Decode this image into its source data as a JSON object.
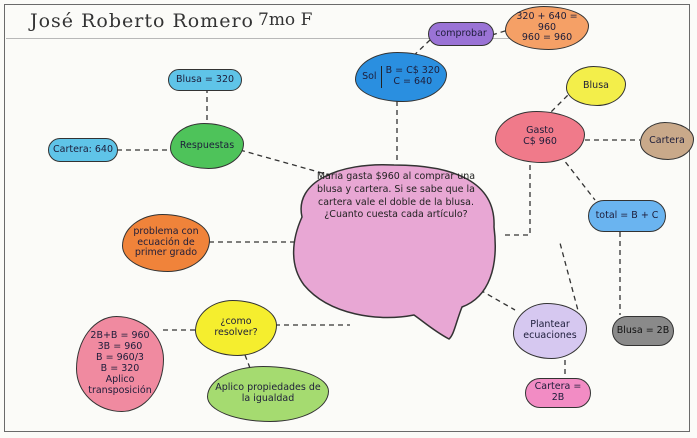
{
  "header": {
    "student_name": "José Roberto Romero",
    "grade": "7mo F"
  },
  "nodes": {
    "central": "Maria gasta $960 al comprar una blusa y cartera. Si se sabe que la cartera vale el doble de la blusa. ¿Cuanto cuesta cada artículo?",
    "respuestas": "Respuestas",
    "blusa_320": "Blusa = 320",
    "cartera_640": "Cartera: 640",
    "problema": "problema con ecuación de primer grado",
    "como_resolver": "¿como resolver?",
    "work_lines": [
      "2B+B = 960",
      "3B = 960",
      "B = 960/3",
      "B = 320",
      "Aplico",
      "transposición"
    ],
    "aplico_propiedades": "Aplico propiedades de la igualdad",
    "plantear": "Plantear ecuaciones",
    "cartera_2b": "Cartera = 2B",
    "blusa_2b": "Blusa = 2B",
    "total": "total = B + C",
    "gasto_lines": [
      "Gasto",
      "C$ 960"
    ],
    "blusa": "Blusa",
    "cartera": "Cartera",
    "comprobar": "comprobar",
    "check_lines": [
      "320 + 640 = 960",
      "960 = 960"
    ],
    "sol_label": "Sol",
    "sol_lines": [
      "B = C$ 320",
      "C = 640"
    ]
  }
}
